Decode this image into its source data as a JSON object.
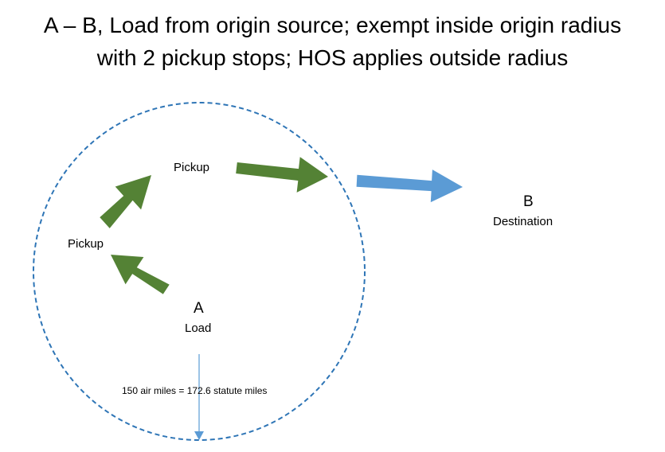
{
  "title": {
    "line1": "A – B, Load from origin source; exempt inside origin radius",
    "line2": "with 2 pickup stops; HOS applies outside radius"
  },
  "labels": {
    "pickup_top": "Pickup",
    "pickup_left": "Pickup",
    "origin_letter": "A",
    "origin_caption": "Load",
    "destination_letter": "B",
    "destination_caption": "Destination",
    "radius_caption": "150 air miles = 172.6 statute miles"
  },
  "colors": {
    "radius_circle": "#2E75B6",
    "pickup_arrows": "#548235",
    "outside_arrow": "#5B9BD5",
    "radius_line": "#5B9BD5"
  }
}
